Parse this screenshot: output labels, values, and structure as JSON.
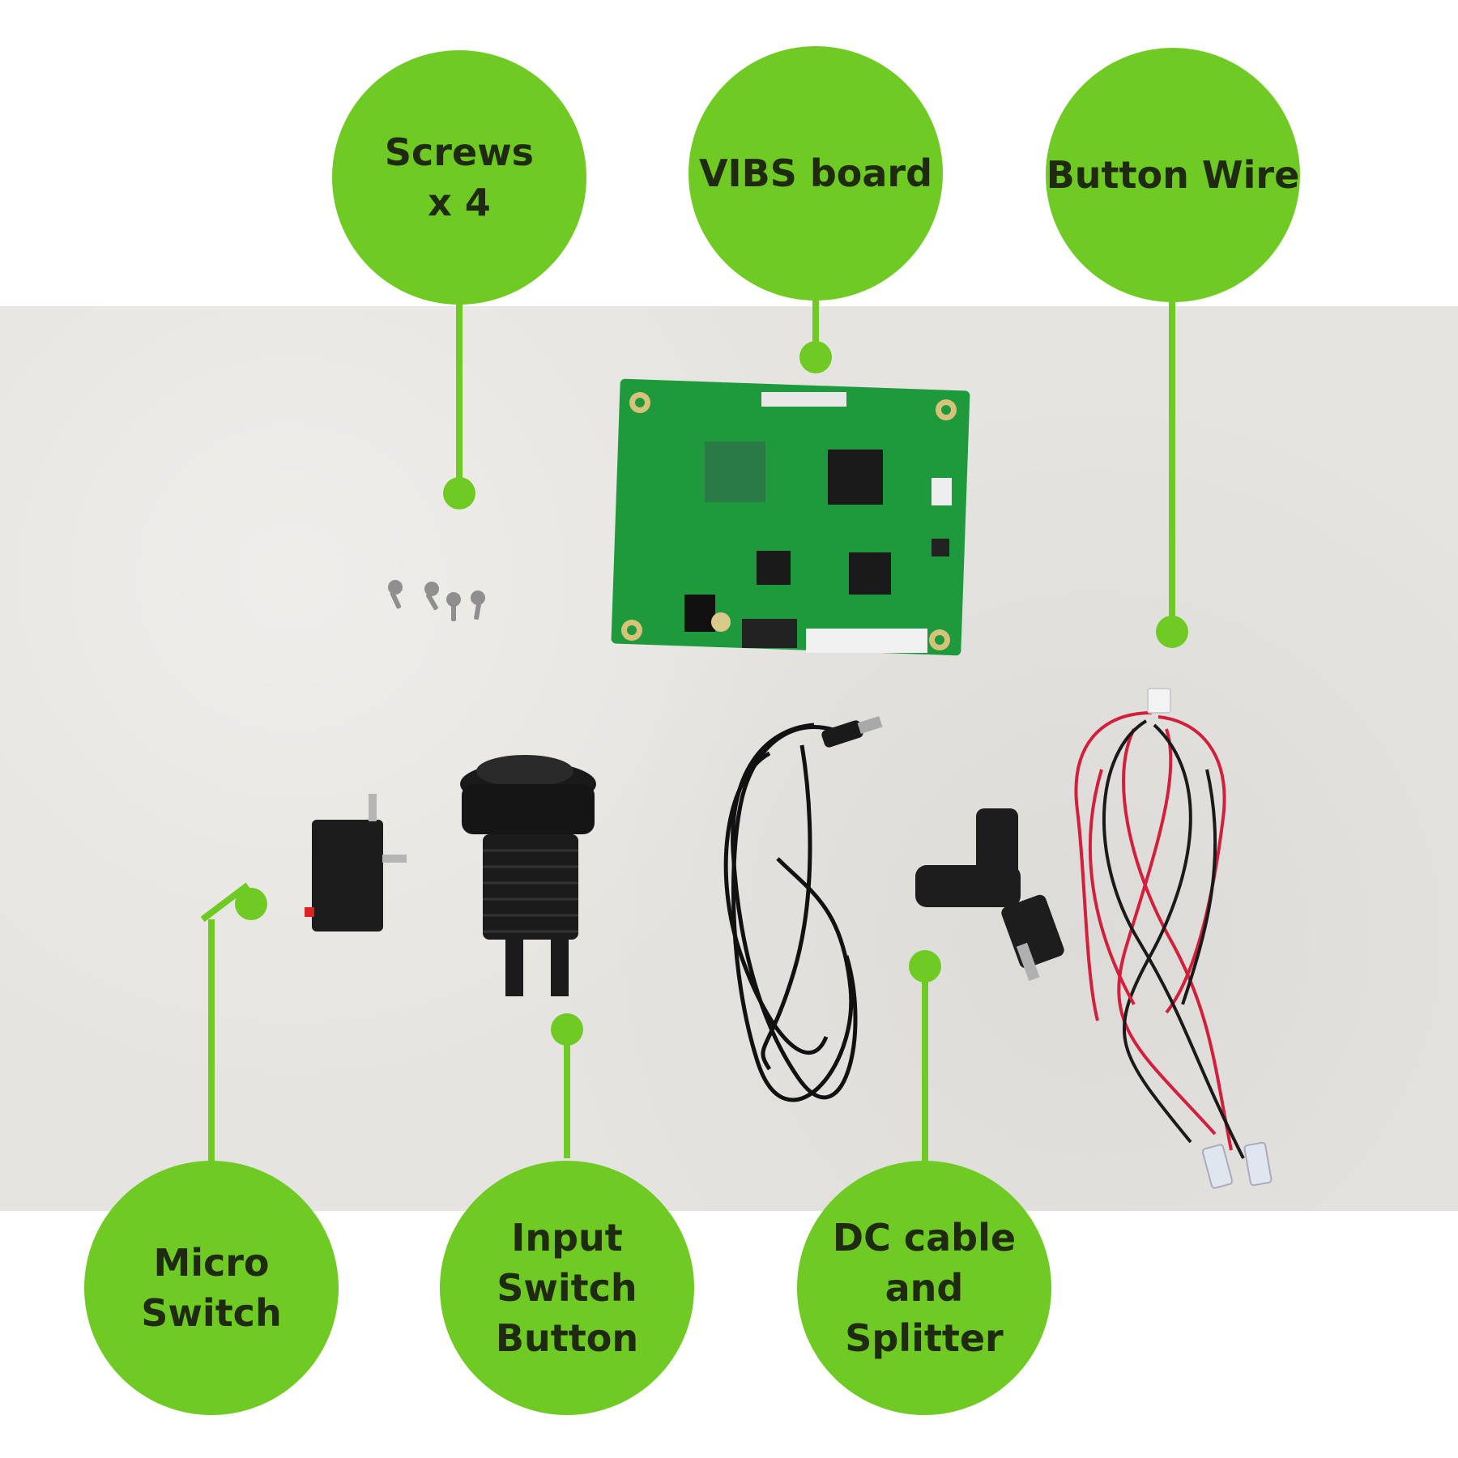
{
  "accent_color": "#6fca24",
  "labels": {
    "screws": "Screws\nx 4",
    "vibs_board": "VIBS board",
    "button_wire": "Button Wire",
    "micro_switch": "Micro\nSwitch",
    "input_switch_button": "Input\nSwitch\nButton",
    "dc_cable_splitter": "DC cable\nand\nSplitter"
  }
}
